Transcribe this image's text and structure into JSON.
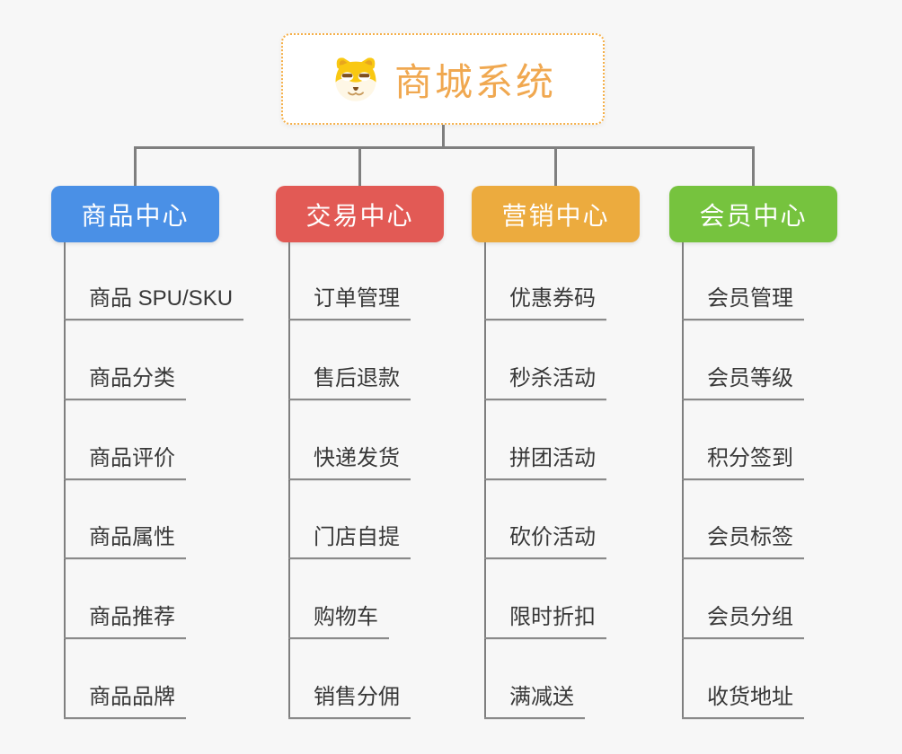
{
  "root": {
    "title": "商城系统",
    "icon": "dog-face",
    "text_color": "#f0a850",
    "border_color": "#f5b04a"
  },
  "branches": [
    {
      "label": "商品中心",
      "color": "#4a90e6",
      "children": [
        "商品 SPU/SKU",
        "商品分类",
        "商品评价",
        "商品属性",
        "商品推荐",
        "商品品牌"
      ]
    },
    {
      "label": "交易中心",
      "color": "#e25a55",
      "children": [
        "订单管理",
        "售后退款",
        "快递发货",
        "门店自提",
        "购物车",
        "销售分佣"
      ]
    },
    {
      "label": "营销中心",
      "color": "#ecab3e",
      "children": [
        "优惠券码",
        "秒杀活动",
        "拼团活动",
        "砍价活动",
        "限时折扣",
        "满减送"
      ]
    },
    {
      "label": "会员中心",
      "color": "#76c33e",
      "children": [
        "会员管理",
        "会员等级",
        "积分签到",
        "会员标签",
        "会员分组",
        "收货地址"
      ]
    }
  ],
  "connector_color": "#7f7f7f",
  "background_color": "#f7f7f7",
  "leaf_text_color": "#383838",
  "leaf_underline_color": "#8a8a8a"
}
